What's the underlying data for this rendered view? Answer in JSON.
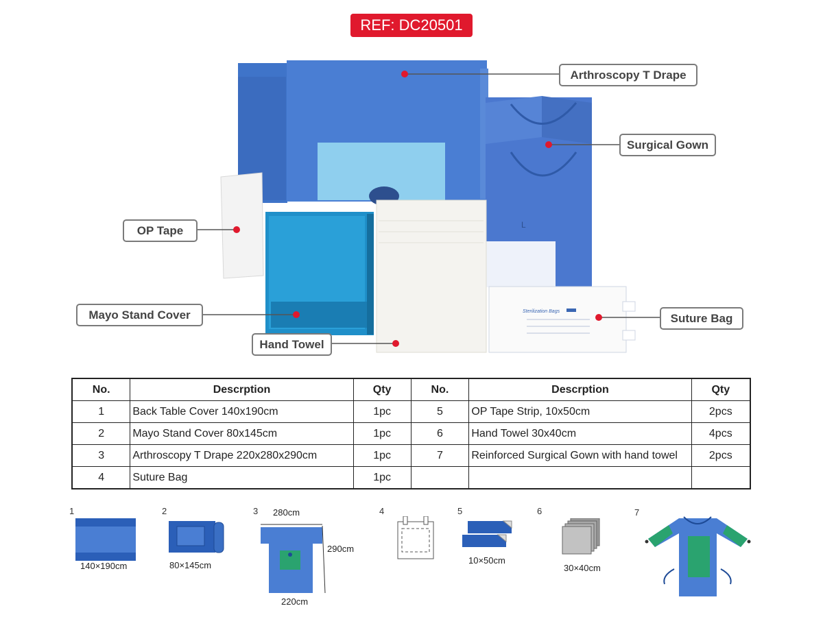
{
  "header": {
    "ref": "REF: DC20501"
  },
  "callouts": {
    "arthroscopy": "Arthroscopy T Drape",
    "gown": "Surgical Gown",
    "op_tape": "OP Tape",
    "mayo": "Mayo Stand Cover",
    "hand_towel": "Hand Towel",
    "suture_bag": "Suture Bag"
  },
  "product_labels": {
    "sterilization_bags": "Sterilization Bags",
    "gown_size": "L"
  },
  "table": {
    "headers": [
      "No.",
      "Descrption",
      "Qty",
      "No.",
      "Descrption",
      "Qty"
    ],
    "rows": [
      [
        "1",
        "Back Table Cover 140x190cm",
        "1pc",
        "5",
        "OP Tape Strip, 10x50cm",
        "2pcs"
      ],
      [
        "2",
        "Mayo Stand Cover 80x145cm",
        "1pc",
        "6",
        "Hand Towel 30x40cm",
        "4pcs"
      ],
      [
        "3",
        "Arthroscopy T Drape 220x280x290cm",
        "1pc",
        "7",
        "Reinforced Surgical Gown with hand towel",
        "2pcs"
      ],
      [
        "4",
        "Suture Bag",
        "1pc",
        "",
        "",
        ""
      ]
    ]
  },
  "thumbnails": [
    {
      "num": "1",
      "dims": [
        "140×190cm"
      ]
    },
    {
      "num": "2",
      "dims": [
        "80×145cm"
      ]
    },
    {
      "num": "3",
      "dims": [
        "280cm",
        "290cm",
        "220cm"
      ]
    },
    {
      "num": "4",
      "dims": []
    },
    {
      "num": "5",
      "dims": [
        "10×50cm"
      ]
    },
    {
      "num": "6",
      "dims": [
        "30×40cm"
      ]
    },
    {
      "num": "7",
      "dims": []
    }
  ],
  "colors": {
    "ref_red": "#e0192d",
    "drape_blue": "#4a7ed3",
    "mayo_blue": "#1f8fc9",
    "window_blue": "#7fc6e6",
    "gown_blue": "#4b78cf",
    "towel_white": "#f4f3ef",
    "reinforce_green": "#2aa36f",
    "dot_red": "#e0192d"
  }
}
